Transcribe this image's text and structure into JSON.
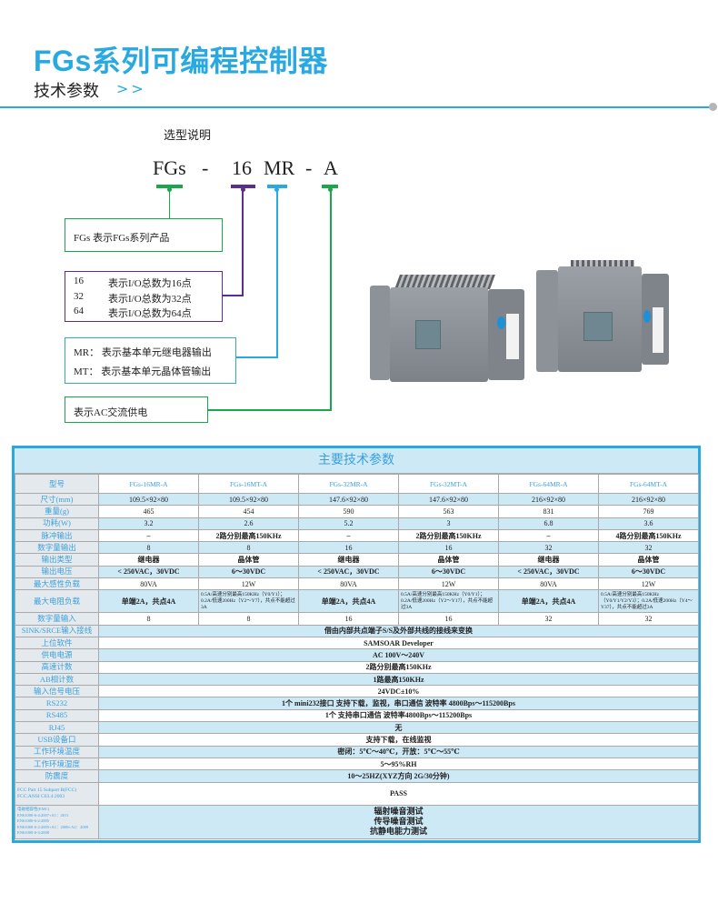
{
  "header": {
    "title": "FGs系列可编程控制器",
    "subtitle": "技术参数",
    "arrows": ">>"
  },
  "colors": {
    "accent": "#29a9e1",
    "green": "#1aa64a",
    "purple": "#5b2d8c",
    "row_alt": "#cde9f6"
  },
  "selection": {
    "heading": "选型说明",
    "code_parts": [
      "FGs",
      "-",
      "16",
      "MR",
      "-",
      "A"
    ],
    "boxes": {
      "series": "FGs  表示FGs系列产品",
      "io": [
        {
          "code": "16",
          "desc": "表示I/O总数为16点"
        },
        {
          "code": "32",
          "desc": "表示I/O总数为32点"
        },
        {
          "code": "64",
          "desc": "表示I/O总数为64点"
        }
      ],
      "output": [
        "MR： 表示基本单元继电器输出",
        "MT： 表示基本单元晶体管输出"
      ],
      "power": "表示AC交流供电"
    }
  },
  "table": {
    "title": "主要技术参数",
    "model_label": "型号",
    "models": [
      "FGs-16MR-A",
      "FGs-16MT-A",
      "FGs-32MR-A",
      "FGs-32MT-A",
      "FGs-64MR-A",
      "FGs-64MT-A"
    ],
    "rows": [
      {
        "label": "尺寸(mm)",
        "values": [
          "109.5×92×80",
          "109.5×92×80",
          "147.6×92×80",
          "147.6×92×80",
          "216×92×80",
          "216×92×80"
        ]
      },
      {
        "label": "重量(g)",
        "values": [
          "465",
          "454",
          "590",
          "563",
          "831",
          "769"
        ]
      },
      {
        "label": "功耗(W)",
        "values": [
          "3.2",
          "2.6",
          "5.2",
          "3",
          "6.8",
          "3.6"
        ]
      },
      {
        "label": "脉冲输出",
        "values": [
          "–",
          "2路分别最高150KHz",
          "–",
          "2路分别最高150KHz",
          "–",
          "4路分别最高150KHz"
        ]
      },
      {
        "label": "数字量输出",
        "values": [
          "8",
          "8",
          "16",
          "16",
          "32",
          "32"
        ]
      },
      {
        "label": "输出类型",
        "values": [
          "继电器",
          "晶体管",
          "继电器",
          "晶体管",
          "继电器",
          "晶体管"
        ]
      },
      {
        "label": "输出电压",
        "values": [
          "< 250VAC，30VDC",
          "6～30VDC",
          "< 250VAC，30VDC",
          "6～30VDC",
          "< 250VAC，30VDC",
          "6～30VDC"
        ]
      },
      {
        "label": "最大感性负载",
        "values": [
          "80VA",
          "12W",
          "80VA",
          "12W",
          "80VA",
          "12W"
        ]
      },
      {
        "label": "最大电阻负载",
        "values": [
          "单端2A，共点4A",
          "0.5A/高速分别最高150KHz（Y0/Y1）；0.2A/低速200Hz（Y2～Y7），共点不能超过3A",
          "单端2A，共点4A",
          "0.5A/高速分别最高150KHz（Y0/Y1）；0.2A/低速200Hz（Y2～Y17），共点不能超过3A",
          "单端2A，共点4A",
          "0.5A/高速分别最高150KHz（Y0/Y1/Y2/Y3）；0.2A/低速200Hz（Y4～Y37），共点不能超过3A"
        ]
      },
      {
        "label": "数字量输入",
        "values": [
          "8",
          "8",
          "16",
          "16",
          "32",
          "32"
        ]
      }
    ],
    "common_rows": [
      {
        "label": "SINK/SRCE输入接线",
        "value": "借由内部共点端子S/S及外部共线的接线来变换"
      },
      {
        "label": "上位软件",
        "value": "SAMSOAR Developer"
      },
      {
        "label": "供电电源",
        "value": "AC 100V～240V"
      },
      {
        "label": "高速计数",
        "value": "2路分别最高150KHz"
      },
      {
        "label": "AB相计数",
        "value": "1路最高150KHz"
      },
      {
        "label": "输入信号电压",
        "value": "24VDC±10%"
      },
      {
        "label": "RS232",
        "value": "1个 mini232接口 支持下载，监视，串口通信 波特率 4800Bps～115200Bps"
      },
      {
        "label": "RS485",
        "value": "1个 支持串口通信 波特率4800Bps～115200Bps"
      },
      {
        "label": "RJ45",
        "value": "无"
      },
      {
        "label": "USB设备口",
        "value": "支持下载，在线监视"
      },
      {
        "label": "工作环境温度",
        "value": "密闭：5℃～40℃，开放：5℃～55℃"
      },
      {
        "label": "工作环境湿度",
        "value": "5～95%RH"
      },
      {
        "label": "防震度",
        "value": "10～25HZ(XYZ方向 2G/30分钟)"
      }
    ],
    "fcc": {
      "label_lines": [
        "FCC Part 15 Subpart B(FCC)",
        "FCC:ANSI C63.4:2003"
      ],
      "value": "PASS"
    },
    "emc": {
      "label_lines": [
        "电磁相容性(EMC)",
        "EN61000-6-4:2007+A1：2011",
        "EN61000-6-2:2005",
        "EN61000-6-2:2005+A1：2008+A2：2009",
        "EN61000-6-3:2008"
      ],
      "value_lines": [
        "辐射噪音测试",
        "传导噪音测试",
        "抗静电能力测试"
      ]
    }
  }
}
